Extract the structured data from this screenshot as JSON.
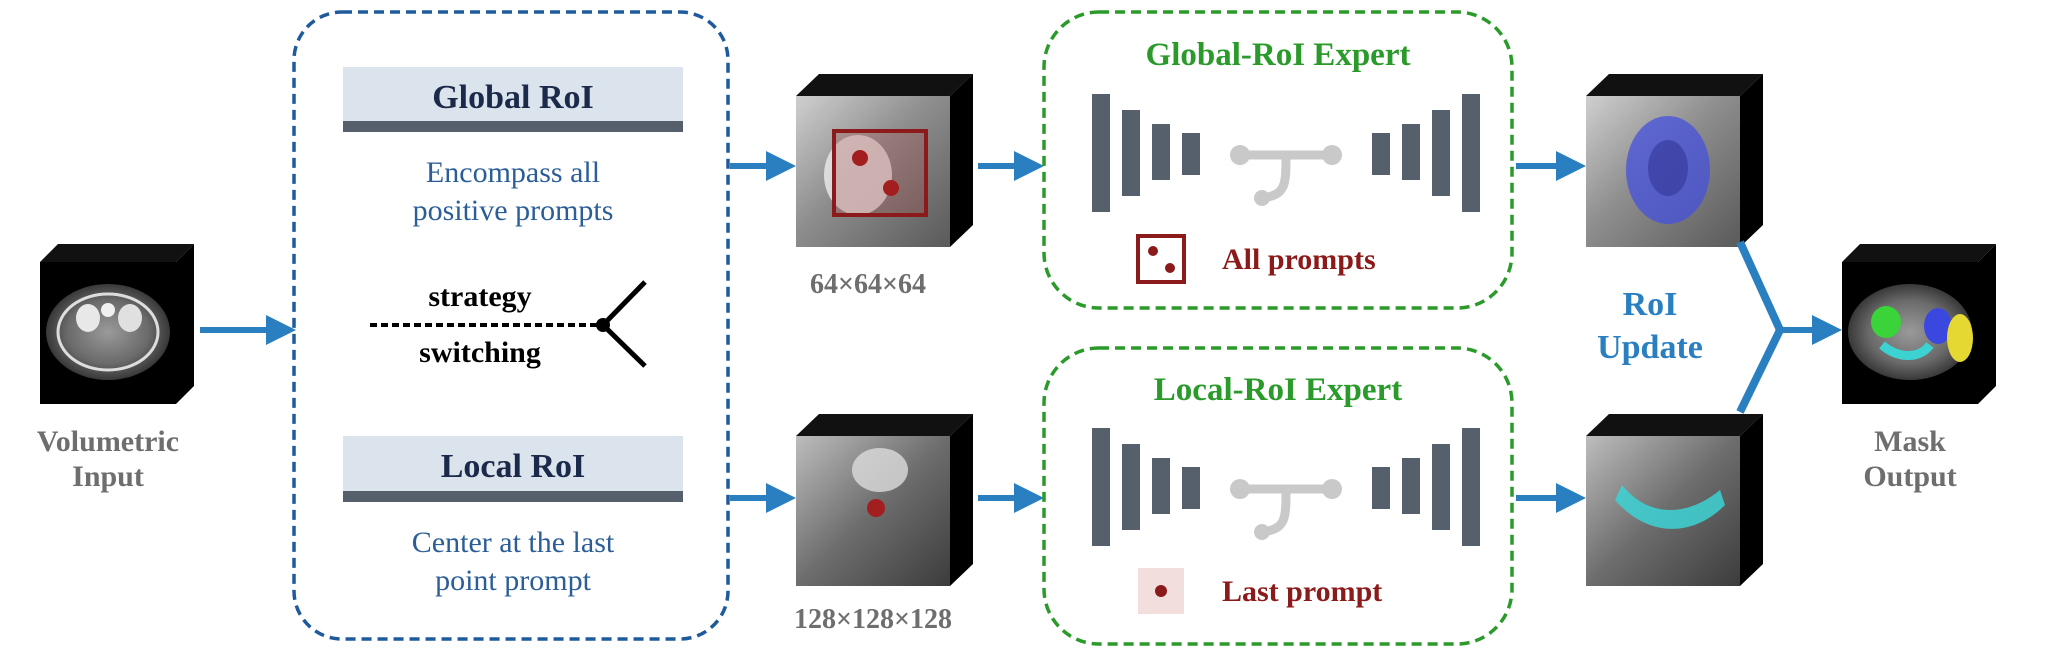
{
  "volumetric_input": {
    "line1": "Volumetric",
    "line2": "Input"
  },
  "roi_panel": {
    "global_title": "Global RoI",
    "global_desc_line1": "Encompass all",
    "global_desc_line2": "positive prompts",
    "strategy_line1": "strategy",
    "strategy_line2": "switching",
    "local_title": "Local RoI",
    "local_desc_line1": "Center at the last",
    "local_desc_line2": "point prompt"
  },
  "crop_sizes": {
    "global": "64×64×64",
    "local": "128×128×128"
  },
  "global_expert": {
    "title": "Global-RoI Expert",
    "prompt_label": "All prompts"
  },
  "local_expert": {
    "title": "Local-RoI Expert",
    "prompt_label": "Last prompt"
  },
  "roi_update": {
    "line1": "RoI",
    "line2": "Update"
  },
  "mask_output": {
    "line1": "Mask",
    "line2": "Output"
  },
  "colors": {
    "blue_dashed": "#1f5b9c",
    "green_dashed": "#2a9a2a",
    "arrow_blue": "#2a7fc0",
    "title_navy": "#1b2a4a",
    "desc_blue": "#2b5e98",
    "expert_green": "#2a9a2a",
    "prompt_red": "#8b1a1a",
    "bar_slate": "#56606c",
    "gray_text": "#6e6e6e"
  }
}
